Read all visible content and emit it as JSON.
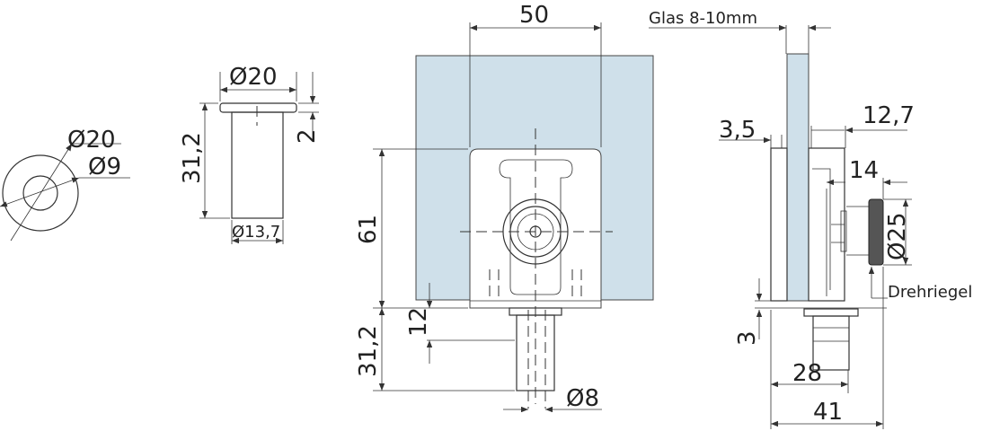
{
  "washer": {
    "outer_dia": "Ø20",
    "inner_dia": "Ø9"
  },
  "sleeve": {
    "top_dia": "Ø20",
    "height": "31,2",
    "flange": "2",
    "body_dia": "Ø13,7"
  },
  "front_view": {
    "width": "50",
    "height": "61",
    "pin_offset": "12",
    "pin_length": "31,2",
    "pin_dia": "Ø8"
  },
  "side_view": {
    "glass": "Glas 8-10mm",
    "offset_left": "3,5",
    "offset_right": "12,7",
    "knob_depth": "14",
    "knob_dia": "Ø25",
    "knob_label": "Drehriegel",
    "base": "3",
    "width_inner": "28",
    "width_total": "41"
  },
  "colors": {
    "glass": "#cfe0ea",
    "line": "#333333"
  }
}
